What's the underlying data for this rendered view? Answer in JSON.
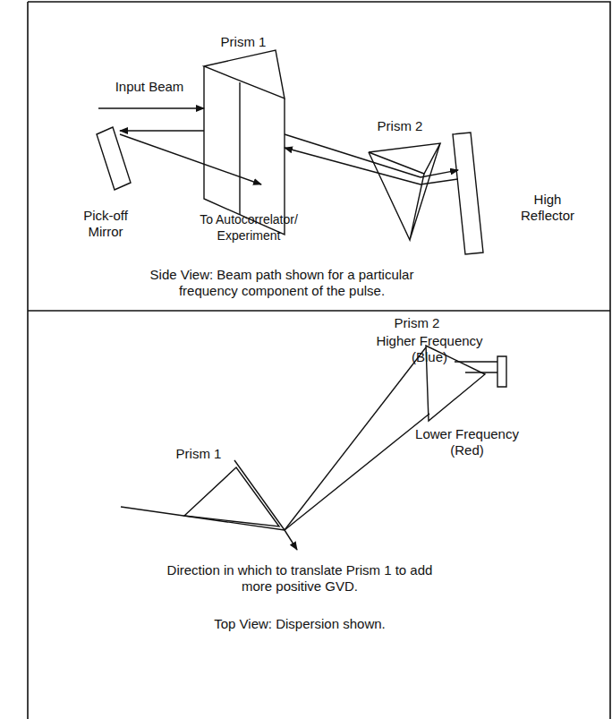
{
  "diagram": {
    "labels": [
      "Prism 1",
      "Input Beam",
      "Prism 2",
      "Pick-off Mirror",
      "High Reflector",
      "To Autocorrelator/ Experiment",
      "Side View: Beam path shown for a particular frequency component of the pulse.",
      "Prism 2",
      "Higher Frequency (Blue)",
      "Lower Frequency (Red)",
      "Prism 1",
      "Direction in which to translate Prism 1 to add more positive GVD.",
      "Top View: Dispersion shown."
    ]
  }
}
